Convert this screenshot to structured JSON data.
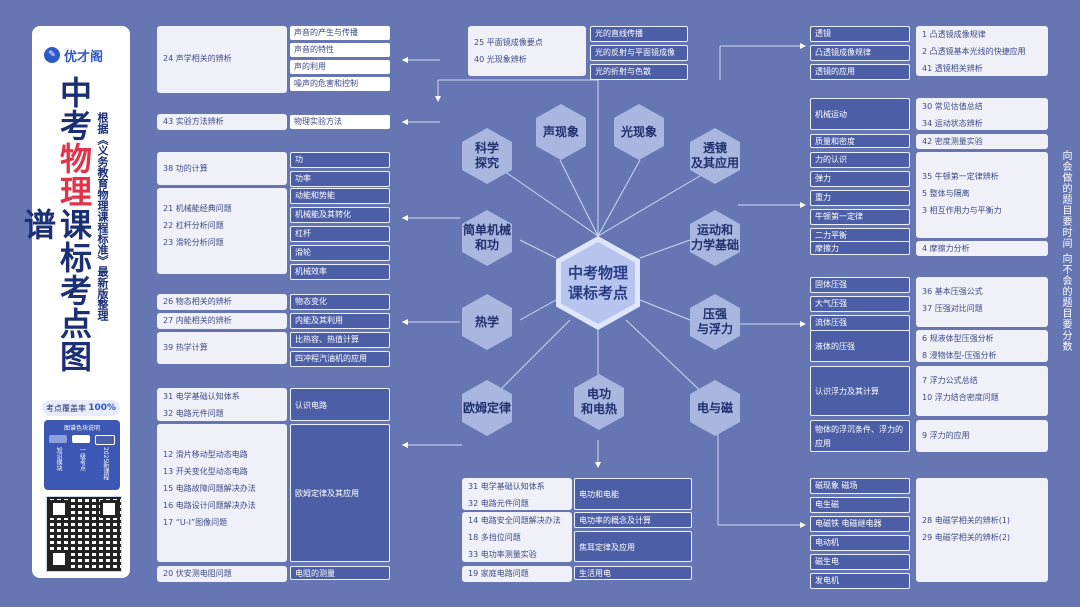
{
  "sidebar": {
    "brand": "优才阁",
    "title_a": "中考",
    "title_hl": "物理",
    "title_b": "课标考点图谱",
    "subtitle": "根据《义务教育物理课程标准》最新版整理",
    "rate_label": "考点覆盖率",
    "rate_value": "100%",
    "legend_title": "图谱色块说明",
    "legend_items": [
      "知识模块",
      "一级考点",
      "2025新课程"
    ],
    "legend_colors": [
      "#8ea0dc",
      "#ffffff",
      "#4c5ea6"
    ]
  },
  "center": {
    "title_l1": "中考物理",
    "title_l2": "课标考点"
  },
  "hexes": {
    "sound": "声现象",
    "light": "光现象",
    "science_l1": "科学",
    "science_l2": "探究",
    "lens_l1": "透镜",
    "lens_l2": "及其应用",
    "machine_l1": "简单机械",
    "machine_l2": "和功",
    "motion_l1": "运动和",
    "motion_l2": "力学基础",
    "heat": "热学",
    "pressure_l1": "压强",
    "pressure_l2": "与浮力",
    "ohm": "欧姆定律",
    "power_l1": "电功",
    "power_l2": "和电热",
    "em": "电与磁"
  },
  "left": {
    "acoustic": {
      "items": [
        "24 声学相关的辨析"
      ],
      "tags": [
        "声音的产生与传播",
        "声音的特性",
        "声的利用",
        "噪声的危害和控制"
      ]
    },
    "method": {
      "items": [
        "43 实验方法辨析"
      ],
      "tags": [
        "物理实验方法"
      ]
    },
    "work": {
      "items": [
        "38 功的计算"
      ],
      "tags": [
        "功",
        "功率"
      ]
    },
    "mech": {
      "items": [
        "21 机械能经典问题",
        "22 杠杆分析问题",
        "23 滑轮分析问题"
      ],
      "tags": [
        "动能和势能",
        "机械能及其转化",
        "杠杆",
        "滑轮",
        "机械效率"
      ]
    },
    "heat": {
      "items": [
        "26 物态相关的辨析",
        "27 内能相关的辨析",
        "39 热学计算"
      ],
      "tags": [
        "物态变化",
        "内能及其利用",
        "比热容、热值计算",
        "四冲程汽油机的应用"
      ]
    },
    "circuit": {
      "items": [
        "31 电学基础认知体系",
        "32 电路元件问题"
      ],
      "tags": [
        "认识电路"
      ]
    },
    "ohm": {
      "items": [
        "12 滑片移动型动态电路",
        "13 开关变化型动态电路",
        "15 电路故障问题解决办法",
        "16 电路设计问题解决办法",
        "17 “U-I”图像问题"
      ],
      "tags": [
        "欧姆定律及其应用"
      ]
    },
    "measure": {
      "items": [
        "20 伏安测电阻问题"
      ],
      "tags": [
        "电阻的测量"
      ]
    }
  },
  "top": {
    "items": [
      "25 平面镜成像要点",
      "40 光现象辨析"
    ],
    "tags": [
      "光的直线传播",
      "光的反射与平面镜成像",
      "光的折射与色散"
    ]
  },
  "bottom": {
    "g1": {
      "items": [
        "31 电学基础认知体系",
        "32 电路元件问题"
      ],
      "tags": [
        "电功和电能"
      ]
    },
    "g2": {
      "items": [
        "14 电路安全问题解决办法",
        "18 多挡位问题",
        "33 电功率测量实验"
      ],
      "tags": [
        "电功率的概念及计算",
        "焦耳定律及应用"
      ]
    },
    "g3": {
      "items": [
        "19 家庭电路问题"
      ],
      "tags": [
        "生活用电"
      ]
    }
  },
  "right": {
    "lens": {
      "tags": [
        "透镜",
        "凸透镜成像规律",
        "透镜的应用"
      ],
      "items": [
        "1 凸透镜成像规律",
        "2 凸透镜基本光线的快捷应用",
        "41 透镜相关辨析"
      ]
    },
    "motion": {
      "tags": [
        "机械运动"
      ],
      "items": [
        "30 常见估值总结",
        "34 运动状态辨析"
      ]
    },
    "density": {
      "tags": [
        "质量和密度"
      ],
      "items": [
        "42 密度测量实验"
      ]
    },
    "force": {
      "tags": [
        "力的认识",
        "弹力",
        "重力",
        "牛顿第一定律",
        "二力平衡"
      ],
      "items": [
        "35 牛顿第一定律辨析",
        "5 整体与隔离",
        "3 相互作用力与平衡力"
      ]
    },
    "friction": {
      "tags": [
        "摩擦力"
      ],
      "items": [
        "4 摩擦力分析"
      ]
    },
    "pressure": {
      "tags": [
        "固体压强",
        "大气压强",
        "流体压强"
      ],
      "items": [
        "36 基本压强公式",
        "37 压强对比问题"
      ]
    },
    "liquid": {
      "tags": [
        "液体的压强"
      ],
      "items": [
        "6 规液体型压强分析",
        "8 浸物体型-压强分析"
      ]
    },
    "buoy": {
      "tags": [
        "认识浮力及其计算"
      ],
      "items": [
        "7 浮力公式总结",
        "10 浮力结合密度问题"
      ]
    },
    "float": {
      "tags": [
        "物体的浮沉条件、浮力的应用"
      ],
      "items": [
        "9 浮力的应用"
      ]
    },
    "magnet": {
      "tags": [
        "磁现象 磁场",
        "电生磁",
        "电磁铁 电磁继电器",
        "电动机",
        "磁生电",
        "发电机"
      ],
      "items": [
        "28 电磁学相关的辨析(1)",
        "29 电磁学相关的辨析(2)"
      ]
    }
  },
  "right_slogan": "向会做的题目要时间 向不会的题目要分数"
}
